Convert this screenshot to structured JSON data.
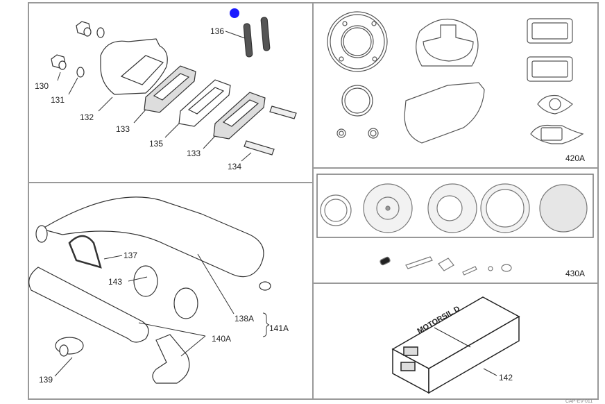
{
  "title": "Exhaust system and gasket kits exploded parts diagram",
  "panels": {
    "intake_flange": {
      "callouts": [
        "130",
        "131",
        "132",
        "133",
        "135",
        "133",
        "134",
        "136"
      ]
    },
    "gasket_kit": {
      "code": "420A"
    },
    "carburetor_kit": {
      "code": "430A"
    },
    "exhaust": {
      "callouts": [
        "137",
        "143",
        "138A",
        "141A",
        "140A",
        "139"
      ]
    },
    "sealant": {
      "box_label": "MOTORSIL D",
      "callout": "142"
    }
  },
  "marker": {
    "color": "#1a1aff"
  },
  "footer_code": "CAP-EV-011"
}
